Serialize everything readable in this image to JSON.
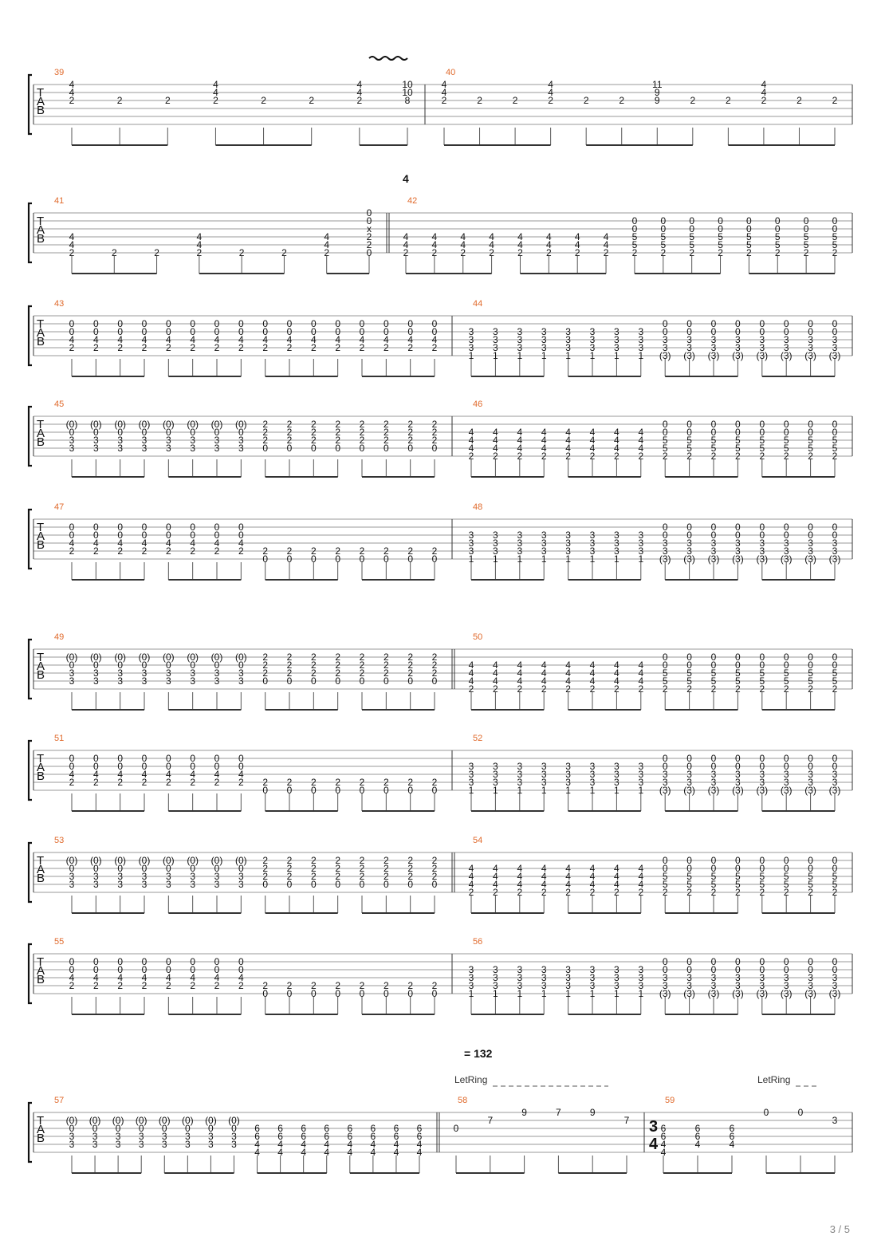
{
  "page_number": "3 / 5",
  "tab_letters": [
    "T",
    "A",
    "B"
  ],
  "marks": {
    "tuplet_four": "4",
    "tempo": "= 132",
    "let_ring": "LetRing",
    "time_signature": {
      "top": "3",
      "bottom": "4"
    }
  },
  "systems": [
    {
      "measures": [
        {
          "number": "39",
          "chords": [
            {
              "n": {
                "0": "4",
                "1": "4",
                "2": "2"
              }
            },
            {
              "n": {
                "2": "2"
              }
            },
            {
              "n": {
                "2": "2"
              }
            },
            {
              "n": {
                "0": "4",
                "1": "4",
                "2": "2"
              }
            },
            {
              "n": {
                "2": "2"
              }
            },
            {
              "n": {
                "2": "2"
              }
            },
            {
              "n": {
                "0": "4",
                "1": "4",
                "2": "2"
              }
            },
            {
              "n": {
                "0": "10",
                "1": "10",
                "2": "8"
              }
            }
          ]
        },
        {
          "number": "40",
          "chords": [
            {
              "n": {
                "0": "4",
                "1": "4",
                "2": "2"
              }
            },
            {
              "n": {
                "2": "2"
              }
            },
            {
              "n": {
                "2": "2"
              }
            },
            {
              "n": {
                "0": "4",
                "1": "4",
                "2": "2"
              }
            },
            {
              "n": {
                "2": "2"
              }
            },
            {
              "n": {
                "2": "2"
              }
            },
            {
              "n": {
                "0": "11",
                "1": "9",
                "2": "9"
              }
            },
            {
              "n": {
                "2": "2"
              }
            },
            {
              "n": {
                "2": "2"
              }
            },
            {
              "n": {
                "0": "4",
                "1": "4",
                "2": "2"
              }
            },
            {
              "n": {
                "2": "2"
              }
            },
            {
              "n": {
                "2": "2"
              }
            }
          ]
        }
      ]
    },
    {
      "measures": [
        {
          "number": "41",
          "chords": [
            {
              "n": {
                "3": "4",
                "4": "4",
                "5": "2"
              }
            },
            {
              "n": {
                "5": "2"
              }
            },
            {
              "n": {
                "5": "2"
              }
            },
            {
              "n": {
                "3": "4",
                "4": "4",
                "5": "2"
              }
            },
            {
              "n": {
                "5": "2"
              }
            },
            {
              "n": {
                "5": "2"
              }
            },
            {
              "n": {
                "3": "4",
                "4": "4",
                "5": "2"
              }
            },
            {
              "n": {
                "0": "0",
                "1": "0",
                "2": "x",
                "3": "2",
                "4": "2",
                "5": "0"
              }
            }
          ]
        },
        {
          "number": "42",
          "chords": [
            {
              "n": {
                "3": "4",
                "4": "4",
                "5": "2"
              }
            },
            {
              "n": {
                "3": "4",
                "4": "4",
                "5": "2"
              }
            },
            {
              "n": {
                "3": "4",
                "4": "4",
                "5": "2"
              }
            },
            {
              "n": {
                "3": "4",
                "4": "4",
                "5": "2"
              }
            },
            {
              "n": {
                "3": "4",
                "4": "4",
                "5": "2"
              }
            },
            {
              "n": {
                "3": "4",
                "4": "4",
                "5": "2"
              }
            },
            {
              "n": {
                "3": "4",
                "4": "4",
                "5": "2"
              }
            },
            {
              "n": {
                "3": "4",
                "4": "4",
                "5": "2"
              }
            },
            {
              "n": {
                "1": "0",
                "2": "0",
                "3": "5",
                "4": "5",
                "5": "2"
              }
            },
            {
              "n": {
                "1": "0",
                "2": "0",
                "3": "5",
                "4": "5",
                "5": "2"
              }
            },
            {
              "n": {
                "1": "0",
                "2": "0",
                "3": "5",
                "4": "5",
                "5": "2"
              }
            },
            {
              "n": {
                "1": "0",
                "2": "0",
                "3": "5",
                "4": "5",
                "5": "2"
              }
            },
            {
              "n": {
                "1": "0",
                "2": "0",
                "3": "5",
                "4": "5",
                "5": "2"
              }
            },
            {
              "n": {
                "1": "0",
                "2": "0",
                "3": "5",
                "4": "5",
                "5": "2"
              }
            },
            {
              "n": {
                "1": "0",
                "2": "0",
                "3": "5",
                "4": "5",
                "5": "2"
              }
            },
            {
              "n": {
                "1": "0",
                "2": "0",
                "3": "5",
                "4": "5",
                "5": "2"
              }
            }
          ]
        }
      ]
    },
    {
      "measures": [
        {
          "number": "43",
          "pattern": [
            "0 0 4 2",
            "0 0 4 2",
            "- - - - 2 0"
          ],
          "counts": [
            8,
            8
          ]
        },
        {
          "number": "44",
          "pattern": [
            "- - 3 3 3 1",
            "0 0 3 3 (3)"
          ],
          "counts": [
            8,
            8
          ]
        }
      ]
    },
    {
      "measures": [
        {
          "number": "45",
          "pattern": [
            "(0) 0 3 3",
            "2 2 2 0"
          ],
          "counts": [
            8,
            8
          ]
        },
        {
          "number": "46",
          "pattern": [
            "- - 4 4 4 2",
            "0 0 5 5 2"
          ],
          "counts": [
            8,
            8
          ]
        }
      ]
    },
    {
      "measures": [
        {
          "number": "47",
          "pattern": [
            "0 0 4 2",
            "- - - - 2 0"
          ],
          "counts": [
            8,
            8
          ]
        },
        {
          "number": "48",
          "pattern": [
            "- - 3 3 3 1",
            "0 0 3 3 (3)"
          ],
          "counts": [
            8,
            8
          ]
        }
      ]
    },
    {
      "measures": [
        {
          "number": "49",
          "pattern": [
            "(0) 0 3 3",
            "2 2 2 0"
          ],
          "counts": [
            8,
            8
          ]
        },
        {
          "number": "50",
          "pattern": [
            "- - 4 4 4 2",
            "0 0 5 5 2"
          ],
          "counts": [
            8,
            8
          ]
        }
      ]
    },
    {
      "measures": [
        {
          "number": "51",
          "pattern": [
            "0 0 4 2",
            "- - - - 2 0"
          ],
          "counts": [
            8,
            8
          ]
        },
        {
          "number": "52",
          "pattern": [
            "- - 3 3 3 1",
            "0 0 3 3 (3)"
          ],
          "counts": [
            8,
            8
          ]
        }
      ]
    },
    {
      "measures": [
        {
          "number": "53",
          "pattern": [
            "(0) 0 3 3",
            "2 2 2 0"
          ],
          "counts": [
            8,
            8
          ]
        },
        {
          "number": "54",
          "pattern": [
            "- - 4 4 4 2",
            "0 0 5 5 2"
          ],
          "counts": [
            8,
            8
          ]
        }
      ]
    },
    {
      "measures": [
        {
          "number": "55",
          "pattern": [
            "0 0 4 2",
            "- - - - 2 0"
          ],
          "counts": [
            8,
            8
          ]
        },
        {
          "number": "56",
          "pattern": [
            "- - 3 3 3 1",
            "0 0 3 3 (3)"
          ],
          "counts": [
            8,
            8
          ]
        }
      ]
    },
    {
      "measures": [
        {
          "number": "57",
          "pattern": [
            "(0) 0 3 3",
            "- - 6 6 4 4"
          ],
          "counts": [
            8,
            8
          ]
        },
        {
          "number": "58",
          "chords": [
            {
              "n": {
                "2": "0"
              }
            },
            {
              "n": {
                "1": "7"
              }
            },
            {
              "n": {
                "0": "9"
              }
            },
            {
              "n": {
                "0": "7"
              }
            },
            {
              "n": {
                "0": "9"
              }
            },
            {
              "n": {
                "1": "7"
              }
            }
          ]
        },
        {
          "number": "59",
          "chords": [
            {
              "n": {
                "2": "6",
                "3": "6",
                "4": "4",
                "5": "4"
              }
            },
            {
              "n": {
                "2": "6",
                "3": "6",
                "4": "4"
              }
            },
            {
              "n": {
                "2": "6",
                "3": "6",
                "4": "4"
              }
            },
            {
              "n": {
                "0": "0"
              }
            },
            {
              "n": {
                "0": "0"
              }
            },
            {
              "n": {
                "1": "3"
              }
            }
          ]
        }
      ]
    }
  ]
}
